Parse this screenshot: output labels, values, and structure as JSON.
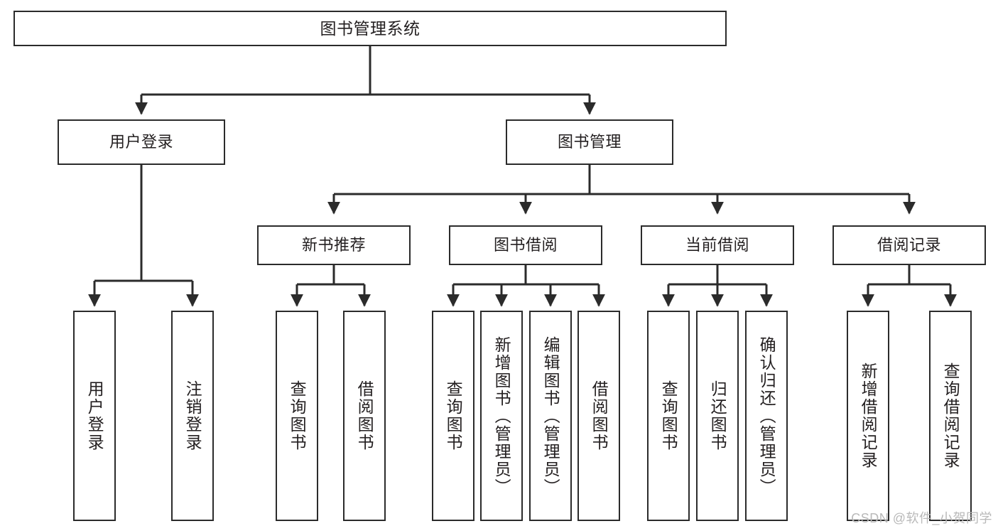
{
  "diagram": {
    "title": "图书管理系统",
    "type": "tree-hierarchy",
    "watermark": "CSDN @软件_小贺同学",
    "line_color": "#2b2b2b",
    "box_fill": "#ffffff",
    "text_color": "#231f20",
    "watermark_color": "#b9b9b9"
  },
  "nodes": {
    "root": {
      "label": "图书管理系统"
    },
    "level2": [
      {
        "id": "user-login",
        "label": "用户登录"
      },
      {
        "id": "book-manage",
        "label": "图书管理"
      }
    ],
    "level3": [
      {
        "id": "new-book-recommend",
        "label": "新书推荐"
      },
      {
        "id": "book-borrow",
        "label": "图书借阅"
      },
      {
        "id": "current-borrow",
        "label": "当前借阅"
      },
      {
        "id": "borrow-record",
        "label": "借阅记录"
      }
    ],
    "leaves": {
      "user-login": [
        {
          "id": "leaf-user-login",
          "label": "用户登录"
        },
        {
          "id": "leaf-user-logout",
          "label": "注销登录"
        }
      ],
      "new-book-recommend": [
        {
          "id": "leaf-query-book-1",
          "label": "查询图书"
        },
        {
          "id": "leaf-borrow-book-1",
          "label": "借阅图书"
        }
      ],
      "book-borrow": [
        {
          "id": "leaf-query-book-2",
          "label": "查询图书"
        },
        {
          "id": "leaf-add-book",
          "label": "新增图书（管理员）"
        },
        {
          "id": "leaf-edit-book",
          "label": "编辑图书（管理员）"
        },
        {
          "id": "leaf-borrow-book-2",
          "label": "借阅图书"
        }
      ],
      "current-borrow": [
        {
          "id": "leaf-query-book-3",
          "label": "查询图书"
        },
        {
          "id": "leaf-return-book",
          "label": "归还图书"
        },
        {
          "id": "leaf-confirm-return",
          "label": "确认归还（管理员）"
        }
      ],
      "borrow-record": [
        {
          "id": "leaf-add-record",
          "label": "新增借阅记录"
        },
        {
          "id": "leaf-query-record",
          "label": "查询借阅记录"
        }
      ]
    }
  }
}
